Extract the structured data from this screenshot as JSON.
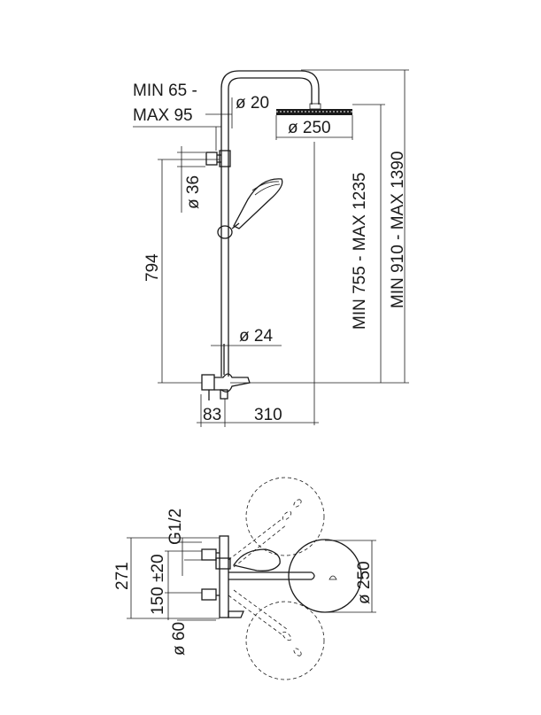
{
  "elevation": {
    "min_offset": "MIN 65 -",
    "max_offset": "MAX 95",
    "arm_diameter": "ø 20",
    "head_diameter": "ø 250",
    "bracket_diameter": "ø 36",
    "rail_height": "794",
    "column_diameter": "ø 24",
    "head_height_range": "MIN 755 - MAX 1235",
    "total_height_range": "MIN 910 - MAX 1390",
    "wall_offset": "83",
    "arm_length": "310"
  },
  "plan": {
    "thread": "G1/2",
    "overall": "271",
    "centres": "150 ±20",
    "escutcheon": "ø 60",
    "head_diameter": "ø 250"
  }
}
